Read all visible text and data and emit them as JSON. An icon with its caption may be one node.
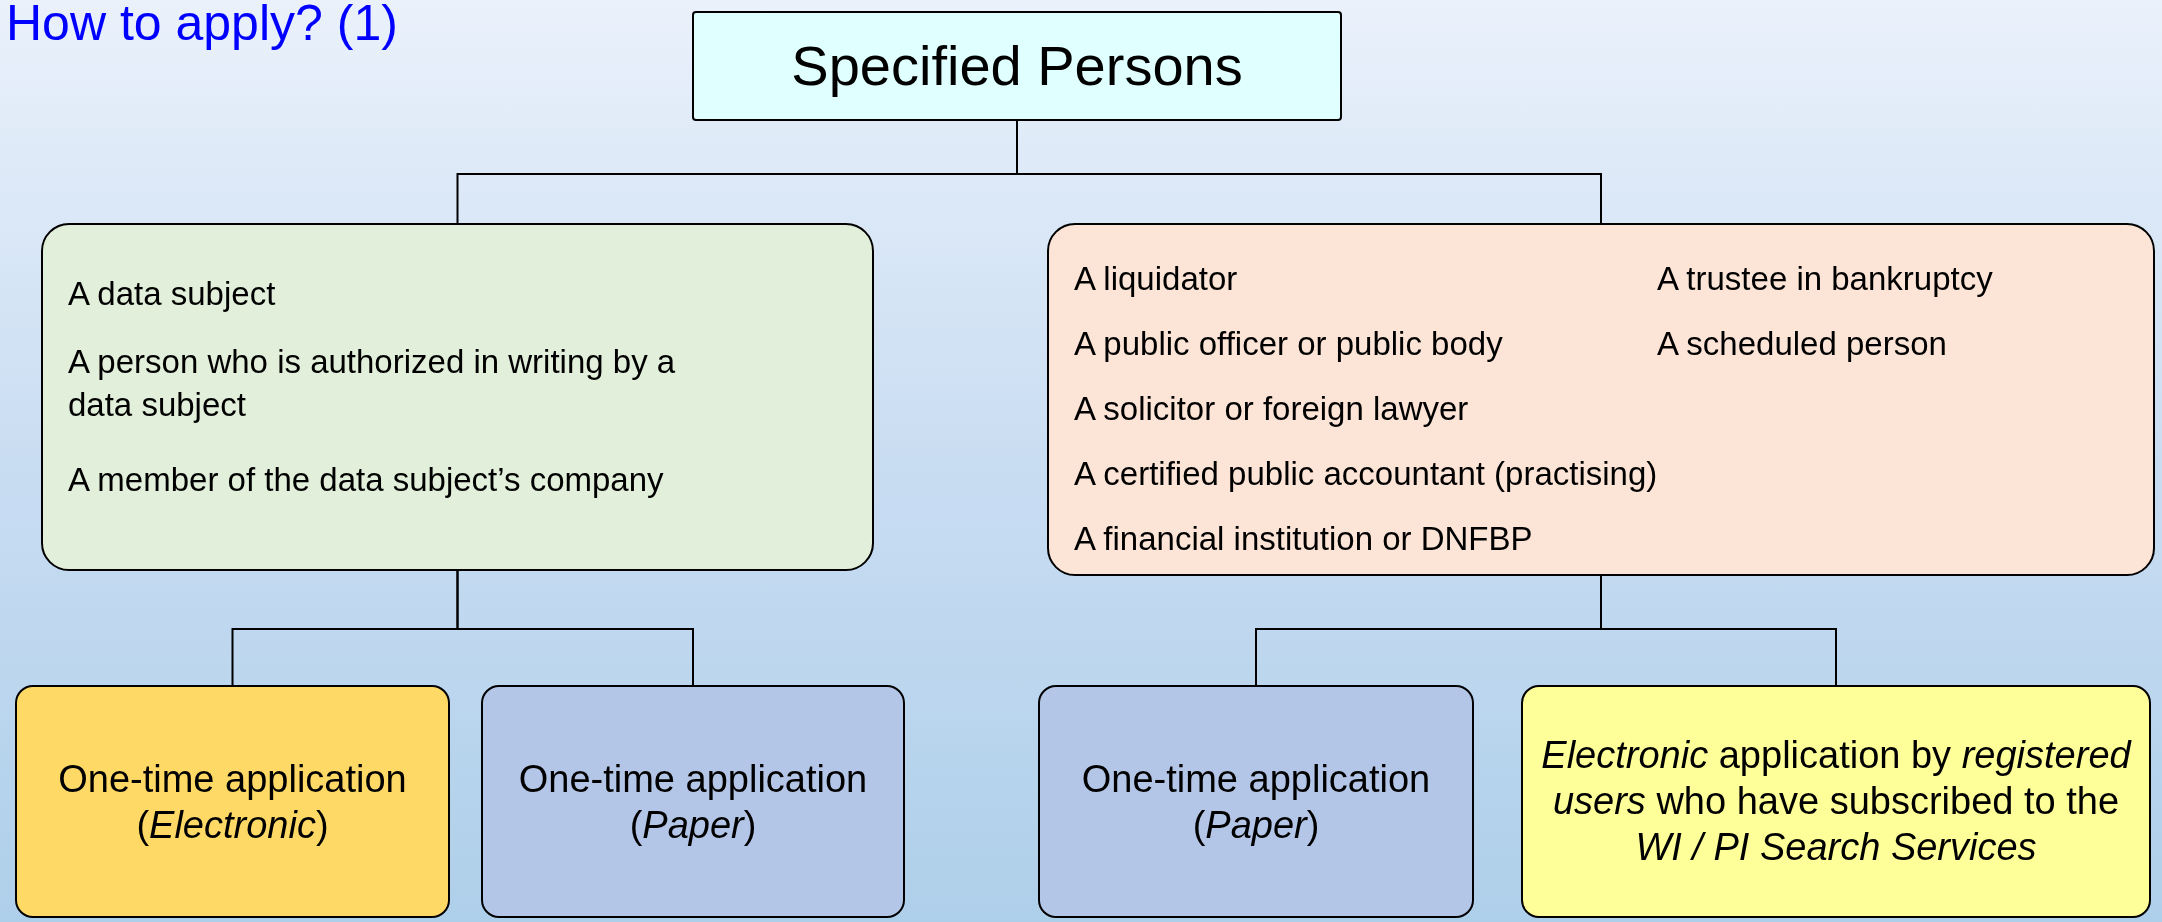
{
  "diagram": {
    "title": "How to apply? (1)",
    "nodes": [
      {
        "text": [
          "Specified Persons"
        ]
      },
      {
        "text": [
          "A data subject",
          "A person who is authorized in writing by a data subject",
          "A member of the data subject’s company"
        ]
      },
      {
        "text": [
          "A liquidator",
          "A public officer or public body",
          "A solicitor or foreign lawyer",
          "A certified public accountant (practising)",
          "A financial institution or DNFBP",
          "A trustee in bankruptcy",
          "A scheduled person"
        ]
      },
      {
        "text": [
          "One-time application (*Electronic*)"
        ]
      },
      {
        "text": [
          "One-time application (*Paper*)"
        ]
      },
      {
        "text": [
          "One-time application (*Paper*)"
        ]
      },
      {
        "text": [
          "*Electronic* application by *registered users* who have subscribed to the *WI / PI Search Services*"
        ]
      }
    ],
    "edges": [
      {
        "from": 0,
        "to": 1,
        "arrow": "none"
      },
      {
        "from": 0,
        "to": 2,
        "arrow": "none"
      },
      {
        "from": 1,
        "to": 3,
        "arrow": "none"
      },
      {
        "from": 1,
        "to": 4,
        "arrow": "none"
      },
      {
        "from": 2,
        "to": 5,
        "arrow": "none"
      },
      {
        "from": 2,
        "to": 6,
        "arrow": "none"
      }
    ]
  }
}
